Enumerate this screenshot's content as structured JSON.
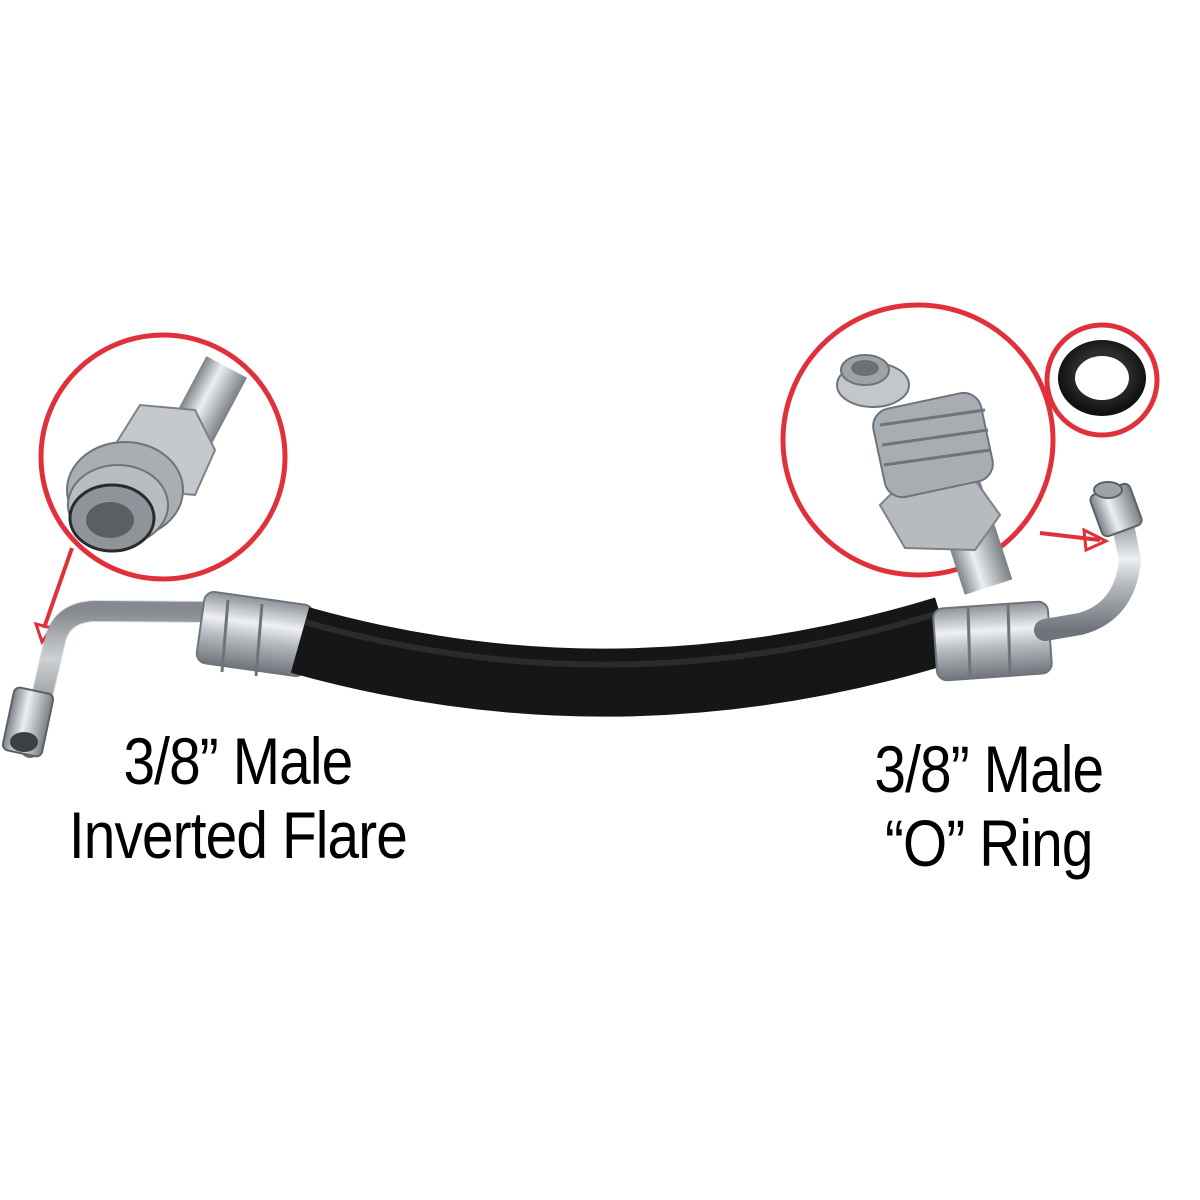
{
  "image": {
    "subject": "power steering pressure hose with end fitting callouts",
    "background": "#ffffff",
    "callout_color": "#e0313a",
    "hose_color": "#1a1a1a",
    "metal_color": "#b8bcc0"
  },
  "callouts": {
    "left": {
      "line1": "3/8” Male",
      "line2": "Inverted Flare",
      "detail": "threaded inverted flare fitting close-up"
    },
    "right": {
      "line1": "3/8” Male",
      "line2": "“O” Ring",
      "detail": "o-ring fitting close-up",
      "extra": "o-ring seal inset"
    }
  }
}
